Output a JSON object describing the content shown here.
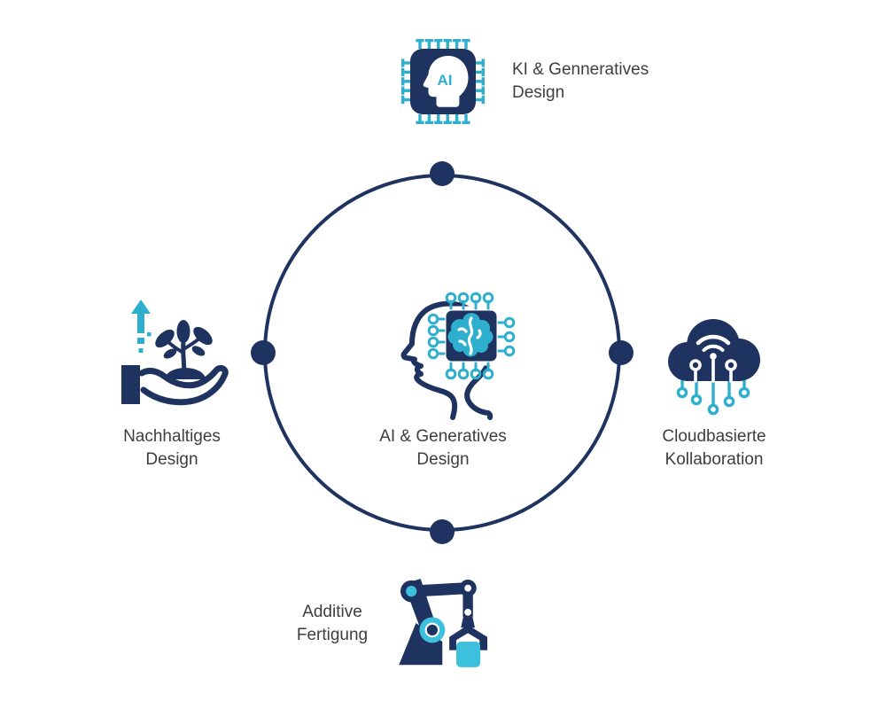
{
  "colors": {
    "navy": "#1f3360",
    "teal": "#2fafce",
    "teal_light": "#3dc0dc",
    "text": "#3e3e3e",
    "bg": "#ffffff"
  },
  "diagram": {
    "shape": "circle-with-4-nodes",
    "nodes": {
      "top": {
        "label": "KI & Genneratives\nDesign",
        "icon": "ai-chip-head-icon",
        "ai_text": "AI"
      },
      "center": {
        "label": "AI & Generatives\nDesign",
        "icon": "head-chip-brain-icon"
      },
      "left": {
        "label": "Nachhaltiges\nDesign",
        "icon": "hand-plant-growth-icon"
      },
      "right": {
        "label": "Cloudbasierte\nKollaboration",
        "icon": "cloud-circuit-icon"
      },
      "bottom": {
        "label": "Additive\nFertigung",
        "icon": "robot-arm-icon"
      }
    }
  }
}
